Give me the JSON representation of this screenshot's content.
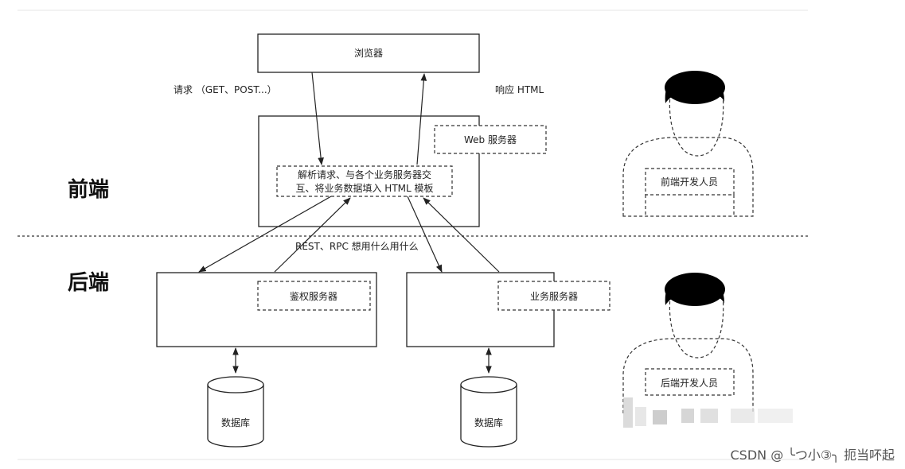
{
  "diagram": {
    "browser": "浏览器",
    "request_label": "请求 （GET、POST...）",
    "response_label": "响应 HTML",
    "frontend_label": "前端",
    "backend_label": "后端",
    "web_server": "Web 服务器",
    "parse_line1": "解析请求、与各个业务服务器交",
    "parse_line2": "互、将业务数据填入 HTML 模板",
    "rest_label": "REST、RPC 想用什么用什么",
    "auth_server": "鉴权服务器",
    "biz_server": "业务服务器",
    "db_left": "数据库",
    "db_right": "数据库",
    "frontend_dev": "前端开发人员",
    "backend_dev": "后端开发人员"
  },
  "watermark": "CSDN @ ╰つ小③╮ 扼当吥起"
}
